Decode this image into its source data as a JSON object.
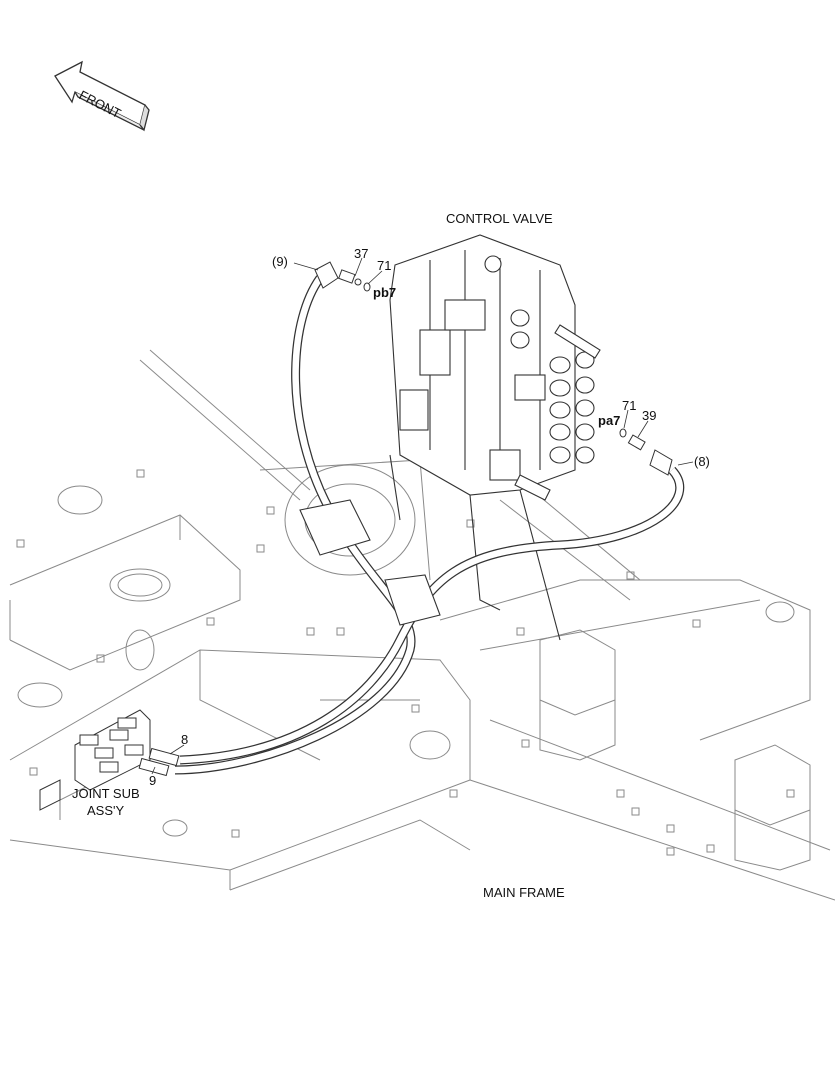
{
  "labels": {
    "front_arrow": "FRONT",
    "control_valve": "CONTROL VALVE",
    "main_frame": "MAIN FRAME",
    "joint_sub_line1": "JOINT SUB",
    "joint_sub_line2": "ASS'Y"
  },
  "callouts": {
    "hose_9_ref": "(9)",
    "hose_8_ref": "(8)",
    "part_37": "37",
    "part_71_top": "71",
    "port_pb7": "pb7",
    "port_pa7": "pa7",
    "part_71_right": "71",
    "part_39": "39",
    "part_8": "8",
    "part_9": "9"
  },
  "colors": {
    "line": "#3a3a3a",
    "faint": "#8a8a8a",
    "fill": "#ffffff"
  }
}
